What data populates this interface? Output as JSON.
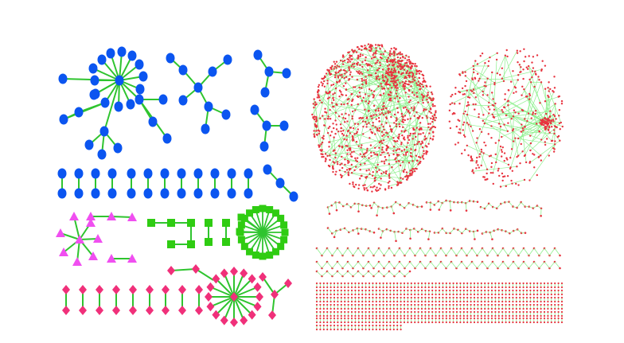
{
  "colors": {
    "background": "#ffffff",
    "blue_node": "#0b55f0",
    "green_edge": "#2fc42f",
    "green_node": "#2fcc12",
    "magenta_node": "#f04ff0",
    "pink_node": "#f0307a",
    "red_node": "#e8333f",
    "light_green_edge": "#8ef08e"
  },
  "panels": {
    "left": {
      "blue_groups": [
        "star",
        "tree",
        "small-trees",
        "pairs-row",
        "diagonal-chain"
      ],
      "green_groups": [
        "square-chains",
        "square-star"
      ],
      "magenta_groups": [
        "triangle-star",
        "triangle-pairs"
      ],
      "pink_groups": [
        "diamond-pairs",
        "diamond-star",
        "diamond-branch"
      ]
    },
    "right": {
      "node_shape": "dot",
      "groups": [
        "large-cluster",
        "medium-cluster",
        "chains",
        "zigzags",
        "grid-pairs"
      ]
    }
  }
}
